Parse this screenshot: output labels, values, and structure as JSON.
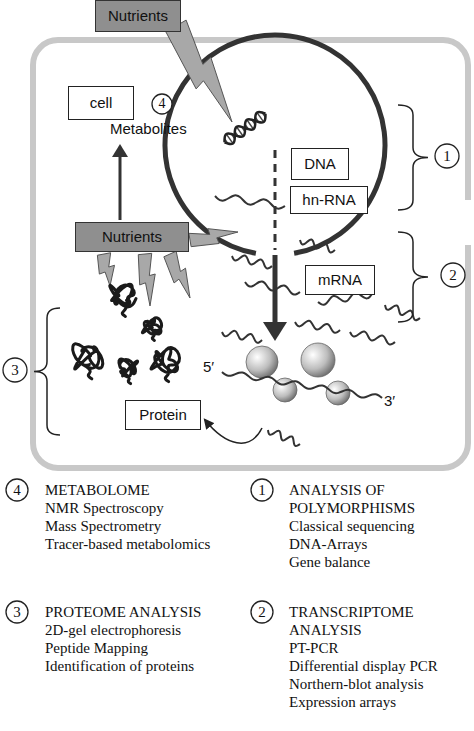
{
  "diagram": {
    "nodes": [
      {
        "text": [
          "Nutrients"
        ]
      },
      {
        "text": [
          "cell"
        ]
      },
      {
        "text": [
          "4"
        ]
      },
      {
        "text": [
          "DNA"
        ]
      },
      {
        "text": [
          "1"
        ]
      },
      {
        "text": [
          "hn-RNA"
        ]
      },
      {
        "text": [
          "Nutrients"
        ]
      },
      {
        "text": [
          "mRNA"
        ]
      },
      {
        "text": [
          "2"
        ]
      },
      {
        "text": [
          "3"
        ]
      },
      {
        "text": [
          "Protein"
        ]
      },
      {
        "text": [
          "4"
        ]
      },
      {
        "text": [
          "1"
        ]
      },
      {
        "text": [
          "3"
        ]
      },
      {
        "text": [
          "2"
        ]
      }
    ],
    "labels": [
      "Metabolites",
      "5′",
      "3′",
      "METABOLOME",
      "NMR Spectroscopy",
      "Mass Spectrometry",
      "Tracer-based metabolomics",
      "ANALYSIS OF POLYMORPHISMS",
      "Classical sequencing",
      "DNA-Arrays",
      "Gene balance",
      "PROTEOME ANALYSIS",
      "2D-gel electrophoresis",
      "Peptide Mapping",
      "Identification of proteins",
      "TRANSCRIPTOME ANALYSIS",
      "PT-PCR",
      "Differential display PCR",
      "Northern-blot analysis",
      "Expression arrays"
    ]
  }
}
